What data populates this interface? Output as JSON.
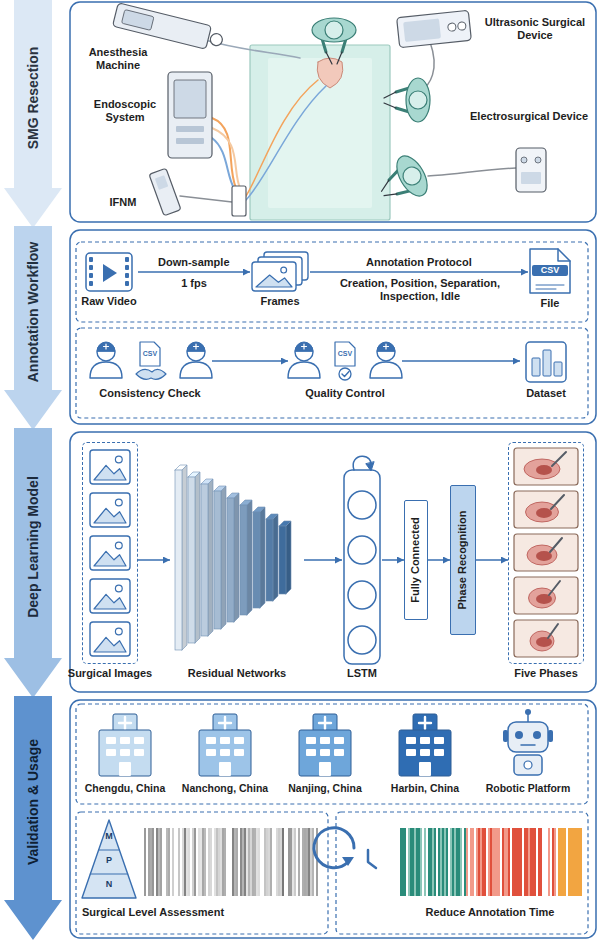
{
  "diagram": {
    "nodes": [
      {
        "text": [
          "SMG Resection"
        ]
      },
      {
        "text": [
          "Annotation Workflow"
        ]
      },
      {
        "text": [
          "Deep Learning Model"
        ]
      },
      {
        "text": [
          "Validation & Usage"
        ]
      },
      {
        "text": [
          "Raw Video"
        ]
      },
      {
        "text": [
          "Frames"
        ]
      },
      {
        "text": [
          "File"
        ]
      },
      {
        "text": [
          "Consistency Check"
        ]
      },
      {
        "text": [
          "Quality Control"
        ]
      },
      {
        "text": [
          "Dataset"
        ]
      },
      {
        "text": [
          "Surgical Images"
        ]
      },
      {
        "text": [
          "Residual Networks"
        ]
      },
      {
        "text": [
          "LSTM"
        ]
      },
      {
        "text": [
          "Fully Connected"
        ]
      },
      {
        "text": [
          "Phase Recognition"
        ]
      },
      {
        "text": [
          "Five Phases"
        ]
      }
    ],
    "edges": [
      {
        "from": 4,
        "to": 5,
        "arrow": "to",
        "label": "Down-sample"
      },
      {
        "from": 5,
        "to": 6,
        "arrow": "to",
        "label": "Annotation Protocol"
      },
      {
        "from": 7,
        "to": 8,
        "arrow": "to"
      },
      {
        "from": 8,
        "to": 9,
        "arrow": "to"
      },
      {
        "from": 10,
        "to": 11,
        "arrow": "to"
      },
      {
        "from": 11,
        "to": 12,
        "arrow": "to"
      },
      {
        "from": 12,
        "to": 13,
        "arrow": "to"
      },
      {
        "from": 13,
        "to": 14,
        "arrow": "to"
      },
      {
        "from": 14,
        "to": 15,
        "arrow": "to"
      }
    ],
    "labels": [
      "Anesthesia Machine",
      "Ultrasonic Surgical Device",
      "Endoscopic System",
      "Electrosurgical Device",
      "IFNM",
      "1 fps",
      "Creation, Position, Separation, Inspection, Idle",
      "CSV",
      "CSV",
      "CSV",
      "Chengdu, China",
      "Nanchong, China",
      "Nanjing, China",
      "Harbin, China",
      "Robotic Platform",
      "M",
      "P",
      "N",
      "Surgical Level Assessment",
      "Reduce Annotation Time"
    ]
  }
}
